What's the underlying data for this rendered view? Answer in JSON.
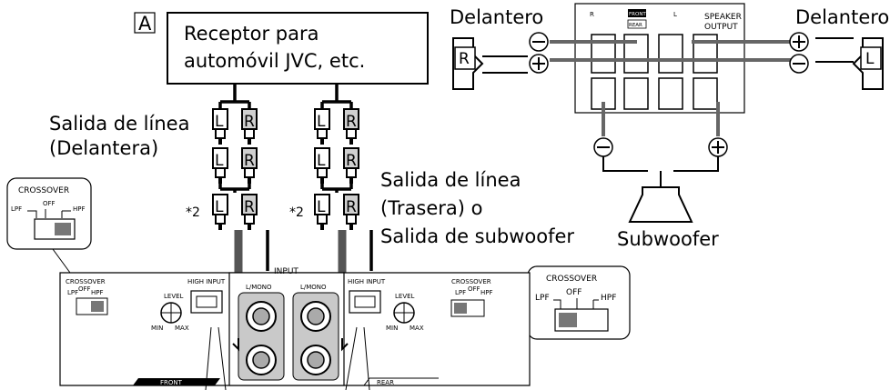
{
  "box_letter": "A",
  "receiver": {
    "line1": "Receptor para",
    "line2": "automóvil JVC, etc."
  },
  "front_line_out": {
    "line1": "Salida de línea",
    "line2": "(Delantera)"
  },
  "rear_line_out": {
    "line1": "Salida de línea",
    "line2": "(Trasera) o",
    "line3": "Salida de subwoofer"
  },
  "note_mark": "*2",
  "plug_left": "L",
  "plug_right": "R",
  "front_speaker_left_label": "Delantero",
  "front_speaker_right_label": "Delantero",
  "speaker_left_letter": "R",
  "speaker_right_letter": "L",
  "subwoofer_label": "Subwoofer",
  "speaker_output": {
    "line1": "SPEAKER",
    "line2": "OUTPUT",
    "front_tag": "FRONT",
    "rear_tag": "REAR",
    "r": "R",
    "l": "L"
  },
  "crossover": {
    "title": "CROSSOVER",
    "lpf": "LPF",
    "off": "OFF",
    "hpf": "HPF"
  },
  "panel": {
    "crossover": "CROSSOVER",
    "level": "LEVEL",
    "min": "MIN",
    "max": "MAX",
    "high_input": "HIGH INPUT",
    "input": "INPUT",
    "l_mono": "L/MONO",
    "front": "FRONT",
    "rear": "REAR"
  }
}
